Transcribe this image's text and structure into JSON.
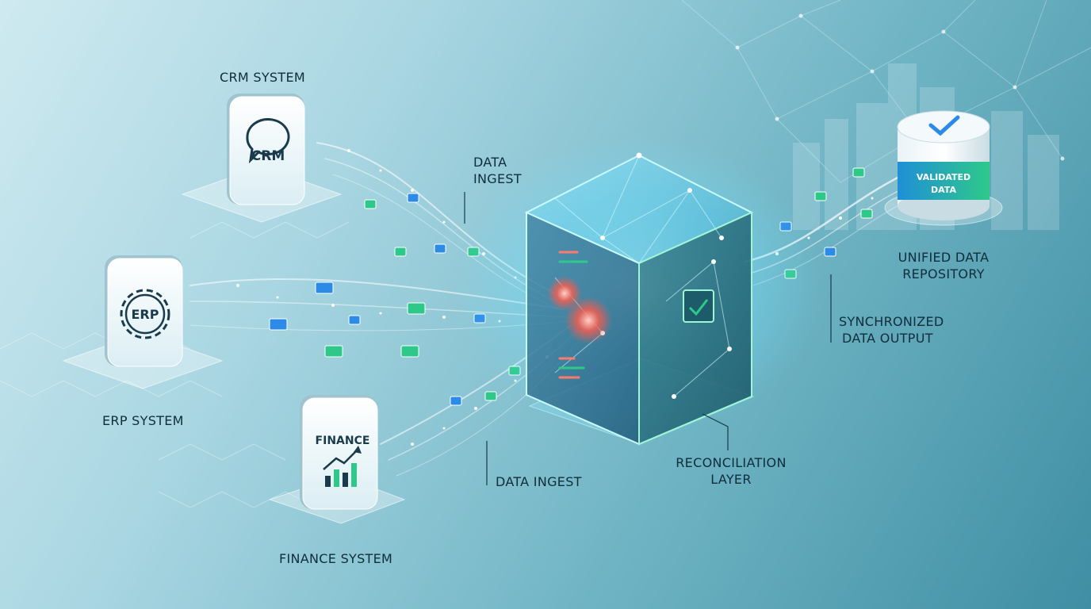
{
  "sources": {
    "crm": {
      "caption": "CRM SYSTEM",
      "badge": "CRM"
    },
    "erp": {
      "caption": "ERP SYSTEM",
      "badge": "ERP"
    },
    "finance": {
      "caption": "FINANCE SYSTEM",
      "badge": "FINANCE"
    }
  },
  "flow_labels": {
    "ingest_top_line1": "DATA",
    "ingest_top_line2": "INGEST",
    "ingest_bottom": "DATA INGEST"
  },
  "core": {
    "line1": "RECONCILIATION",
    "line2": "LAYER"
  },
  "output": {
    "line1": "SYNCHRONIZED",
    "line2": "DATA OUTPUT"
  },
  "repository": {
    "line1": "UNIFIED DATA",
    "line2": "REPOSITORY",
    "drum_line1": "VALIDATED",
    "drum_line2": "DATA"
  },
  "colors": {
    "core_glow": "#7fe3ff",
    "packet_green": "#2ec98a",
    "packet_blue": "#2b8be6",
    "alert_red": "#ff5a4a"
  }
}
